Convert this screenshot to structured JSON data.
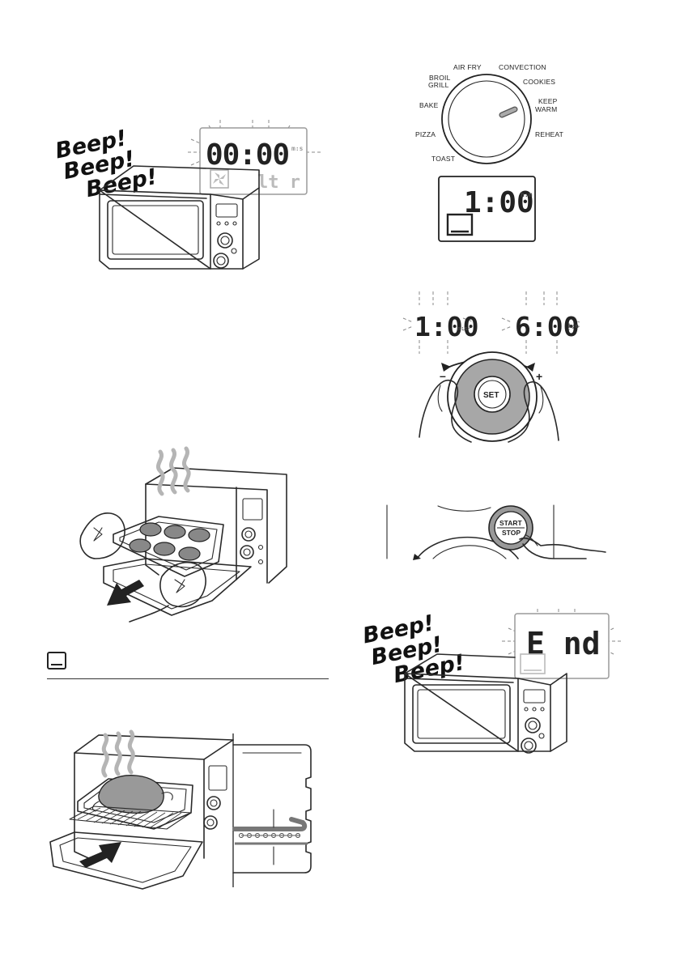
{
  "panel_timer_end": {
    "beep": [
      "Beep!",
      "Beep!",
      "Beep!"
    ],
    "display_time": "00:00",
    "display_sub": "lt r",
    "unit": "m:s"
  },
  "panel_dial": {
    "functions": [
      "AIR FRY",
      "CONVECTION",
      "COOKIES",
      "KEEP",
      "WARM",
      "REHEAT",
      "TOAST",
      "PIZZA",
      "BAKE",
      "BROIL",
      "GRILL"
    ],
    "display_time": "1:00",
    "unit": "h:m"
  },
  "panel_adjust": {
    "left_time": "1:00",
    "left_unit": "m:s",
    "right_time": "6:00",
    "right_unit": "h:m",
    "minus": "–",
    "plus": "+",
    "button": "SET"
  },
  "panel_start": {
    "button_top": "START",
    "button_bottom": "STOP"
  },
  "panel_end": {
    "beep": [
      "Beep!",
      "Beep!",
      "Beep!"
    ],
    "display_text": "E nd"
  }
}
